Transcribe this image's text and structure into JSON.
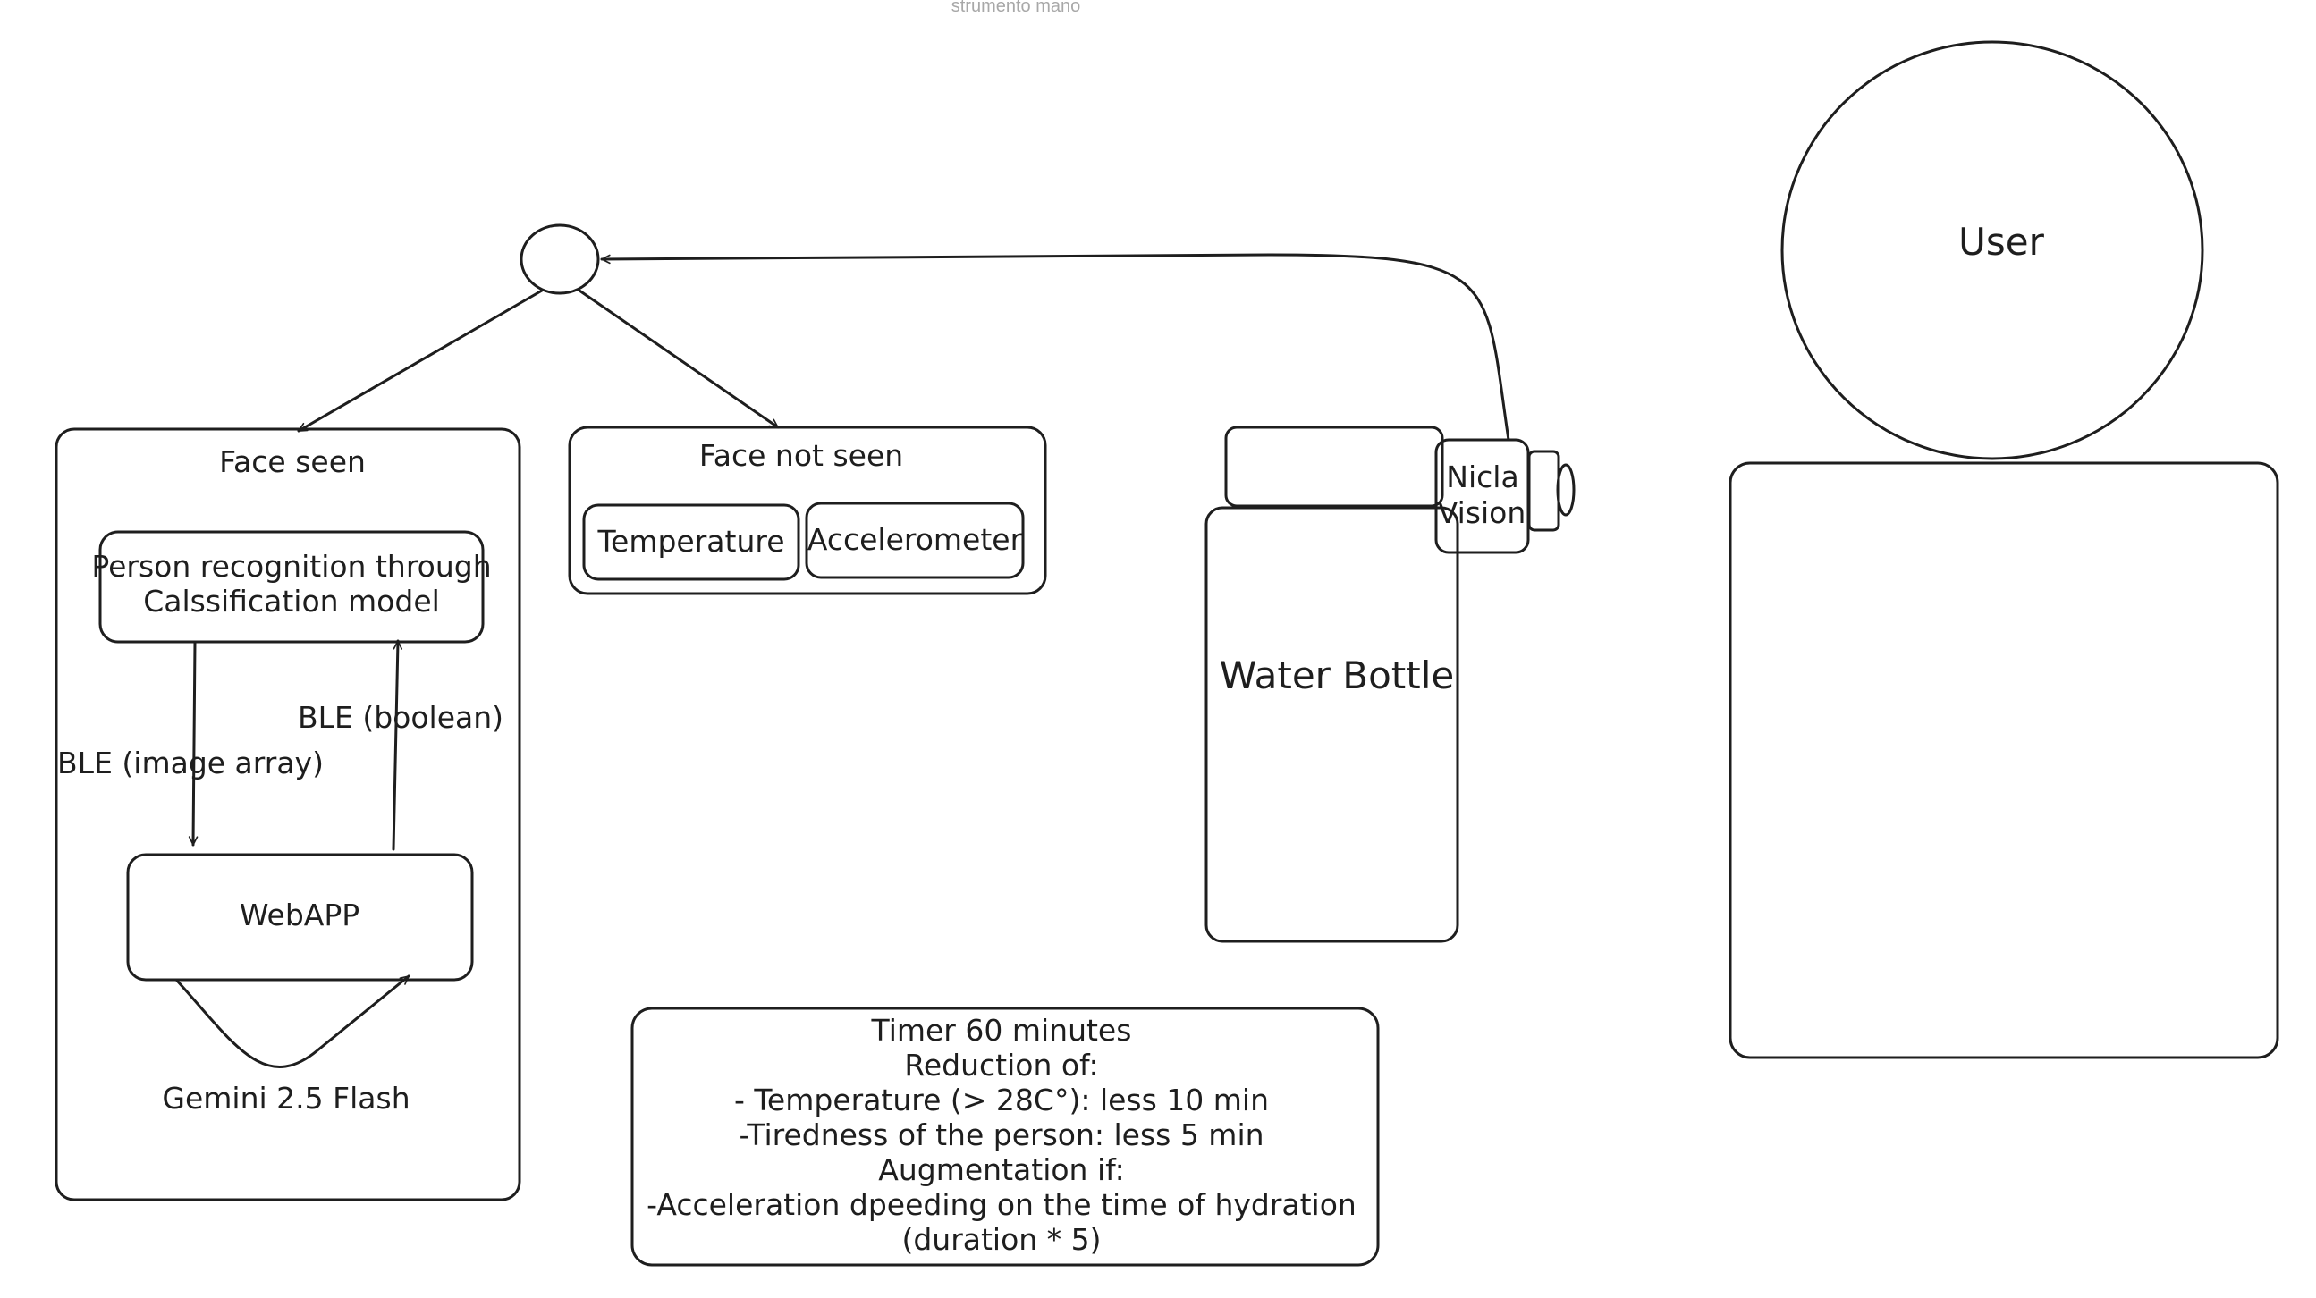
{
  "toolbar": {
    "hint": "strumento mano"
  },
  "diagram": {
    "face_seen": {
      "title": "Face seen",
      "recognition_line1": "Person recognition through",
      "recognition_line2": "Calssification model",
      "ble_image": "BLE (image array)",
      "ble_boolean": "BLE (boolean)",
      "webapp": "WebAPP",
      "gemini": "Gemini 2.5 Flash"
    },
    "face_not_seen": {
      "title": "Face not seen",
      "temperature": "Temperature",
      "accelerometer": "Accelerometer"
    },
    "bottle": {
      "label": "Water Bottle",
      "nicla_line1": "Nicla",
      "nicla_line2": "Vision"
    },
    "user": {
      "label": "User"
    },
    "timer_note": {
      "lines": [
        "Timer 60 minutes",
        "Reduction of:",
        "- Temperature (> 28C°): less 10 min",
        "-Tiredness of the person: less 5 min",
        "Augmentation if:",
        "-Acceleration dpeeding on the time of hydration",
        "(duration * 5)"
      ]
    }
  }
}
